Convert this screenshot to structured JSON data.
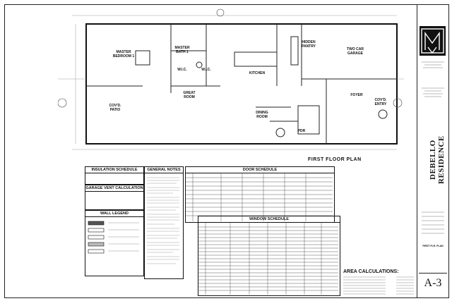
{
  "plan_title": "FIRST FLOOR PLAN",
  "rooms": [
    {
      "id": "master-bedroom",
      "label": "MASTER\nBEDROOM 1"
    },
    {
      "id": "master-bath",
      "label": "MASTER\nBATH 1"
    },
    {
      "id": "wic-1",
      "label": "W.I.C."
    },
    {
      "id": "wic-2",
      "label": "W.I.C."
    },
    {
      "id": "great-room",
      "label": "GREAT\nROOM"
    },
    {
      "id": "kitchen",
      "label": "KITCHEN"
    },
    {
      "id": "hidden-pantry",
      "label": "HIDDEN\nPANTRY"
    },
    {
      "id": "garage",
      "label": "TWO CAR\nGARAGE"
    },
    {
      "id": "foyer",
      "label": "FOYER"
    },
    {
      "id": "covd-entry",
      "label": "COV'D.\nENTRY"
    },
    {
      "id": "covd-patio",
      "label": "COV'D.\nPATIO"
    },
    {
      "id": "dining-room",
      "label": "DINING\nROOM"
    },
    {
      "id": "pdr",
      "label": "PDR"
    }
  ],
  "boxes": {
    "insulation": "INSULATION SCHEDULE",
    "garage_vent": "GARAGE VENT CALCULATION",
    "wall_legend": "WALL LEGEND",
    "general_notes": "GENERAL NOTES",
    "door_schedule": "DOOR SCHEDULE",
    "window_schedule": "WINDOW SCHEDULE"
  },
  "title_block": {
    "project_name": "DEBELLO RESIDENCE",
    "sheet_title": "FIRST FLR. PLAN",
    "sheet_number": "A-3"
  },
  "area": {
    "title": "AREA CALCULATIONS:"
  }
}
